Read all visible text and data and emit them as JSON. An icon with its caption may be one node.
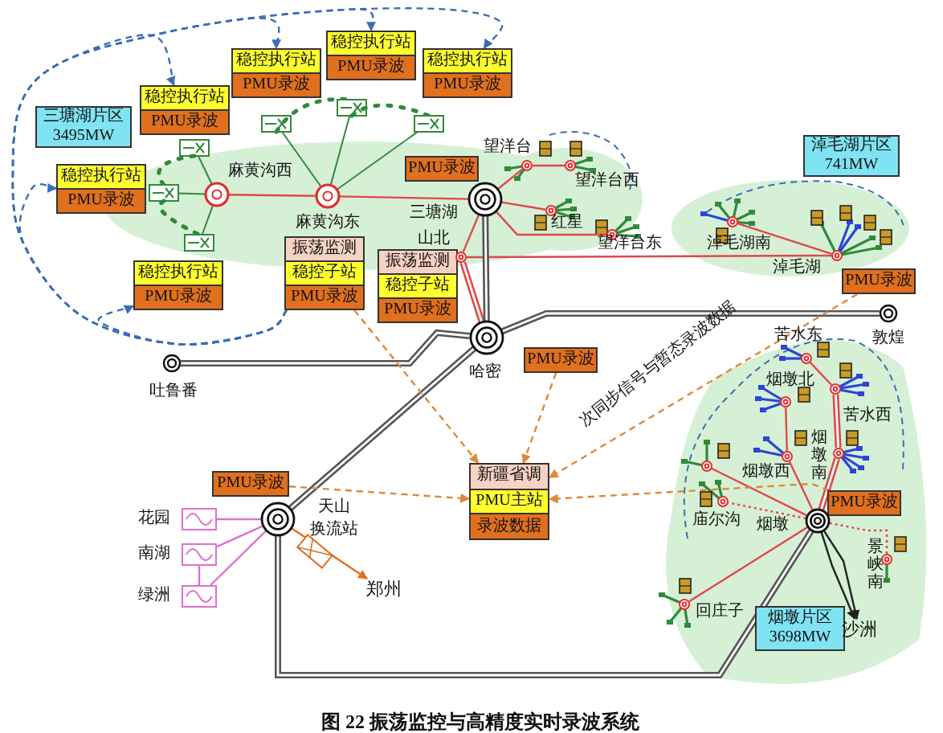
{
  "diagram": {
    "caption": "图 22 振荡监控与高精度实时录波系统",
    "nodes": [
      {
        "text": [
          "三塘湖片区",
          "3495MW"
        ]
      },
      {
        "text": [
          "稳控执行站",
          "PMU录波"
        ]
      },
      {
        "text": [
          "稳控执行站",
          "PMU录波"
        ]
      },
      {
        "text": [
          "稳控执行站",
          "PMU录波"
        ]
      },
      {
        "text": [
          "稳控执行站",
          "PMU录波"
        ]
      },
      {
        "text": [
          "稳控执行站",
          "PMU录波"
        ]
      },
      {
        "text": [
          "稳控执行站",
          "PMU录波"
        ]
      },
      {
        "text": [
          "振荡监测",
          "稳控子站",
          "PMU录波"
        ]
      },
      {
        "text": [
          "振荡监测",
          "稳控子站",
          "PMU录波"
        ]
      },
      {
        "text": [
          "PMU录波"
        ]
      },
      {
        "text": [
          "淖毛湖片区",
          "741MW"
        ]
      },
      {
        "text": [
          "PMU录波"
        ]
      },
      {
        "text": [
          "PMU录波"
        ]
      },
      {
        "text": [
          "新疆省调",
          "PMU主站",
          "录波数据"
        ]
      },
      {
        "text": [
          "PMU录波"
        ]
      },
      {
        "text": [
          "PMU录波"
        ]
      },
      {
        "text": [
          "烟墩片区",
          "3698MW"
        ]
      },
      {
        "text": [],
        "shape": "circle",
        "beside": [
          "麻黄沟西"
        ]
      },
      {
        "text": [],
        "shape": "circle",
        "beside": [
          "麻黄沟东"
        ]
      },
      {
        "text": [],
        "shape": "circle",
        "beside": [
          "三塘湖"
        ]
      },
      {
        "text": [],
        "shape": "circle",
        "beside": [
          "山北"
        ]
      },
      {
        "text": [],
        "shape": "circle",
        "beside": [
          "望洋台"
        ]
      },
      {
        "text": [],
        "shape": "circle",
        "beside": [
          "望洋台西"
        ]
      },
      {
        "text": [],
        "shape": "circle",
        "beside": [
          "红星"
        ]
      },
      {
        "text": [],
        "shape": "circle",
        "beside": [
          "望洋台东"
        ]
      },
      {
        "text": [],
        "shape": "circle",
        "beside": [
          "淖毛湖南"
        ]
      },
      {
        "text": [],
        "shape": "circle",
        "beside": [
          "淖毛湖"
        ]
      },
      {
        "text": [],
        "shape": "circle",
        "beside": [
          "哈密"
        ]
      },
      {
        "text": [],
        "shape": "circle",
        "beside": [
          "吐鲁番"
        ]
      },
      {
        "text": [],
        "shape": "circle",
        "beside": [
          "敦煌"
        ]
      },
      {
        "text": [],
        "shape": "circle",
        "beside": [
          "天山",
          "换流站"
        ]
      },
      {
        "text": [
          "郑州"
        ]
      },
      {
        "text": [],
        "shape": "box",
        "beside": [
          "花园"
        ]
      },
      {
        "text": [],
        "shape": "box",
        "beside": [
          "南湖"
        ]
      },
      {
        "text": [],
        "shape": "box",
        "beside": [
          "绿洲"
        ]
      },
      {
        "text": [],
        "shape": "circle",
        "beside": [
          "烟墩"
        ]
      },
      {
        "text": [],
        "shape": "circle",
        "beside": [
          "苦水东"
        ]
      },
      {
        "text": [],
        "shape": "circle",
        "beside": [
          "苦水西"
        ]
      },
      {
        "text": [],
        "shape": "circle",
        "beside": [
          "烟墩北"
        ]
      },
      {
        "text": [],
        "shape": "circle",
        "beside": [
          "烟墩西"
        ]
      },
      {
        "text": [],
        "shape": "circle",
        "beside": [
          "烟墩南"
        ]
      },
      {
        "text": [],
        "shape": "circle"
      },
      {
        "text": [],
        "shape": "circle",
        "beside": [
          "庙尔沟"
        ]
      },
      {
        "text": [],
        "shape": "circle",
        "beside": [
          "回庄子"
        ]
      },
      {
        "text": [],
        "shape": "circle",
        "beside": [
          "景峡南"
        ]
      },
      {
        "text": [
          "沙洲"
        ]
      }
    ],
    "edges": [
      {
        "from": 7,
        "to": 1,
        "arrow": "to",
        "style": "dashed",
        "color": "#3a6fb5"
      },
      {
        "from": 7,
        "to": 2,
        "arrow": "to",
        "style": "dashed",
        "color": "#3a6fb5"
      },
      {
        "from": 7,
        "to": 3,
        "arrow": "to",
        "style": "dashed",
        "color": "#3a6fb5"
      },
      {
        "from": 7,
        "to": 4,
        "arrow": "to",
        "style": "dashed",
        "color": "#3a6fb5"
      },
      {
        "from": 7,
        "to": 5,
        "arrow": "to",
        "style": "dashed",
        "color": "#3a6fb5"
      },
      {
        "from": 7,
        "to": 6,
        "arrow": "to",
        "style": "dashed",
        "color": "#3a6fb5"
      },
      {
        "from": 17,
        "to": 18,
        "arrow": "none"
      },
      {
        "from": 18,
        "to": 19,
        "arrow": "none"
      },
      {
        "from": 19,
        "to": 20,
        "arrow": "none"
      },
      {
        "from": 20,
        "to": 27,
        "arrow": "none",
        "style": "thick"
      },
      {
        "from": 20,
        "to": 26,
        "arrow": "none"
      },
      {
        "from": 25,
        "to": 26,
        "arrow": "none"
      },
      {
        "from": 19,
        "to": 21,
        "arrow": "none"
      },
      {
        "from": 21,
        "to": 22,
        "arrow": "none"
      },
      {
        "from": 19,
        "to": 23,
        "arrow": "none"
      },
      {
        "from": 19,
        "to": 24,
        "arrow": "none"
      },
      {
        "from": 19,
        "to": 27,
        "arrow": "none",
        "style": "thick",
        "color": "#555555"
      },
      {
        "from": 28,
        "to": 27,
        "arrow": "none",
        "style": "thick",
        "color": "#555555"
      },
      {
        "from": 27,
        "to": 29,
        "arrow": "none",
        "style": "thick",
        "color": "#555555"
      },
      {
        "from": 27,
        "to": 30,
        "arrow": "none",
        "style": "thick",
        "color": "#555555"
      },
      {
        "from": 30,
        "to": 35,
        "arrow": "none",
        "style": "thick",
        "color": "#555555"
      },
      {
        "from": 30,
        "to": 31,
        "arrow": "to",
        "color": "#e07020"
      },
      {
        "from": 30,
        "to": 32,
        "arrow": "none",
        "color": "#e070d0"
      },
      {
        "from": 30,
        "to": 33,
        "arrow": "none",
        "color": "#e070d0"
      },
      {
        "from": 30,
        "to": 34,
        "arrow": "none",
        "color": "#e070d0"
      },
      {
        "from": 33,
        "to": 34,
        "arrow": "none",
        "color": "#e070d0"
      },
      {
        "from": 35,
        "to": 40,
        "arrow": "none",
        "style": "thick"
      },
      {
        "from": 40,
        "to": 37,
        "arrow": "none",
        "style": "thick"
      },
      {
        "from": 37,
        "to": 36,
        "arrow": "none"
      },
      {
        "from": 35,
        "to": 39,
        "arrow": "none"
      },
      {
        "from": 39,
        "to": 38,
        "arrow": "none"
      },
      {
        "from": 35,
        "to": 41,
        "arrow": "none"
      },
      {
        "from": 35,
        "to": 42,
        "arrow": "none",
        "style": "dashed"
      },
      {
        "from": 35,
        "to": 43,
        "arrow": "none"
      },
      {
        "from": 35,
        "to": 44,
        "arrow": "none",
        "style": "dashed"
      },
      {
        "from": 35,
        "to": 45,
        "arrow": "to",
        "color": "#222222"
      },
      {
        "from": 35,
        "to": 45,
        "arrow": "to",
        "color": "#222222"
      },
      {
        "from": 7,
        "to": 13,
        "arrow": "to",
        "style": "dashed",
        "color": "#e08838"
      },
      {
        "from": 12,
        "to": 13,
        "arrow": "to",
        "style": "dashed",
        "color": "#e08838"
      },
      {
        "from": 11,
        "to": 13,
        "arrow": "to",
        "style": "dashed",
        "color": "#e08838"
      },
      {
        "from": 14,
        "to": 13,
        "arrow": "to",
        "style": "dashed",
        "color": "#e08838"
      },
      {
        "from": 15,
        "to": 13,
        "arrow": "to",
        "style": "dashed",
        "color": "#e08838"
      }
    ],
    "labels": [
      "次同步信号与暂态录波数据"
    ]
  }
}
